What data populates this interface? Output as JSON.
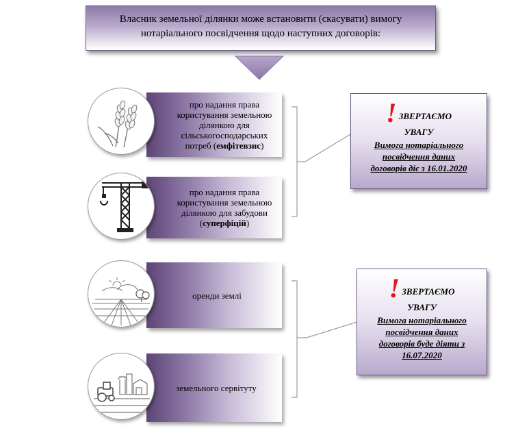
{
  "header": {
    "line1": "Власник земельної ділянки може встановити (скасувати) вимогу",
    "line2": "нотаріального посвідчення щодо наступних договорів:"
  },
  "items": [
    {
      "icon": "wheat-icon",
      "text_plain_1": "про надання права",
      "text_plain_2": "користування земельною",
      "text_plain_3": "ділянкою для",
      "text_plain_4": "сільськогосподарських",
      "text_plain_5": "потреб (",
      "text_bold": "емфітевзис",
      "text_plain_6": ")"
    },
    {
      "icon": "crane-icon",
      "text_plain_1": "про надання права",
      "text_plain_2": "користування земельною",
      "text_plain_3": "ділянкою для забудови",
      "text_plain_5": "(",
      "text_bold": "суперфіцій",
      "text_plain_6": ")"
    },
    {
      "icon": "field-landscape-icon",
      "text_plain_1": "оренди землі"
    },
    {
      "icon": "farm-tractor-icon",
      "text_plain_1": "земельного сервітуту"
    }
  ],
  "notes": [
    {
      "exclamation": "!",
      "attn_1": "ЗВЕРТАЄМО",
      "attn_2": "УВАГУ",
      "req_1": "Вимога нотаріального",
      "req_2": "посвідчення даних",
      "req_3": "договорів діє з 16.01.2020"
    },
    {
      "exclamation": "!",
      "attn_1": "ЗВЕРТАЄМО",
      "attn_2": "УВАГУ",
      "req_1": "Вимога нотаріального",
      "req_2": "посвідчення даних",
      "req_3": "договорів буде діяти з",
      "req_4": "16.07.2020"
    }
  ],
  "colors": {
    "accent_purple": "#8c7aa6",
    "dark_purple": "#5d4576",
    "exclamation_red": "#e3151a"
  }
}
